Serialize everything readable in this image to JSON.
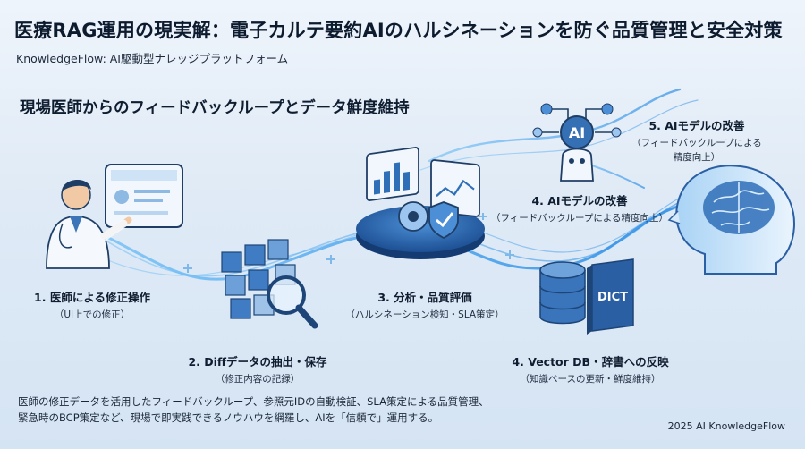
{
  "title": "医療RAG運用の現実解：電子カルテ要約AIのハルシネーションを防ぐ品質管理と安全対策",
  "subtitle": "KnowledgeFlow: AI駆動型ナレッジプラットフォーム",
  "section_title": "現場医師からのフィードバックループとデータ鮮度維持",
  "steps": [
    {
      "title": "1. 医師による修正操作",
      "note": "（UI上での修正）",
      "icon": "doctor-icon"
    },
    {
      "title": "2. Diffデータの抽出・保存",
      "note": "（修正内容の記録）",
      "icon": "data-blocks-icon"
    },
    {
      "title": "3. 分析・品質評価",
      "note": "（ハルシネーション検知・SLA策定）",
      "icon": "analytics-platform-icon"
    },
    {
      "title": "4. Vector DB・辞書への反映",
      "note": "（知識ベースの更新・鮮度維持）",
      "icon": "database-dictionary-icon"
    },
    {
      "title": "4. AIモデルの改善",
      "note": "（フィードバックループによる精度向上）",
      "icon": "ai-robot-icon"
    },
    {
      "title": "5. AIモデルの改善",
      "note_lines": [
        "（フィードバックループによる",
        "精度向上）"
      ],
      "icon": "ai-brain-icon"
    }
  ],
  "dict_label": "DICT",
  "ai_label": "AI",
  "footer_lines": [
    "医師の修正データを活用したフィードバックループ、参照元IDの自動検証、SLA策定による品質管理、",
    "緊急時のBCP策定など、現場で即実践できるノウハウを網羅し、AIを「信頼で」運用する。"
  ],
  "copyright": "2025 AI KnowledgeFlow",
  "colors": {
    "flow": "#4aa6ee",
    "accent": "#1f5fa8",
    "text": "#0f1d30"
  }
}
